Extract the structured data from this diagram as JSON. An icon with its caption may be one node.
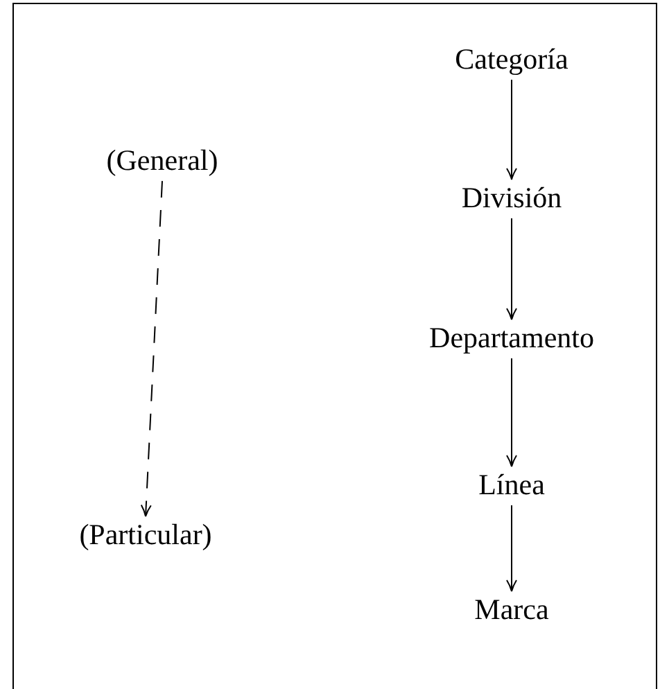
{
  "diagram": {
    "nodes": [
      {
        "text": [
          "(General)"
        ]
      },
      {
        "text": [
          "(Particular)"
        ]
      },
      {
        "text": [
          "Categoría"
        ]
      },
      {
        "text": [
          "División"
        ]
      },
      {
        "text": [
          "Departamento"
        ]
      },
      {
        "text": [
          "Línea"
        ]
      },
      {
        "text": [
          "Marca"
        ]
      }
    ],
    "edges": [
      {
        "from": 0,
        "to": 1,
        "arrow": "to",
        "style": "dashed"
      },
      {
        "from": 2,
        "to": 3,
        "arrow": "to"
      },
      {
        "from": 3,
        "to": 4,
        "arrow": "to"
      },
      {
        "from": 4,
        "to": 5,
        "arrow": "to"
      },
      {
        "from": 5,
        "to": 6,
        "arrow": "to"
      }
    ]
  }
}
